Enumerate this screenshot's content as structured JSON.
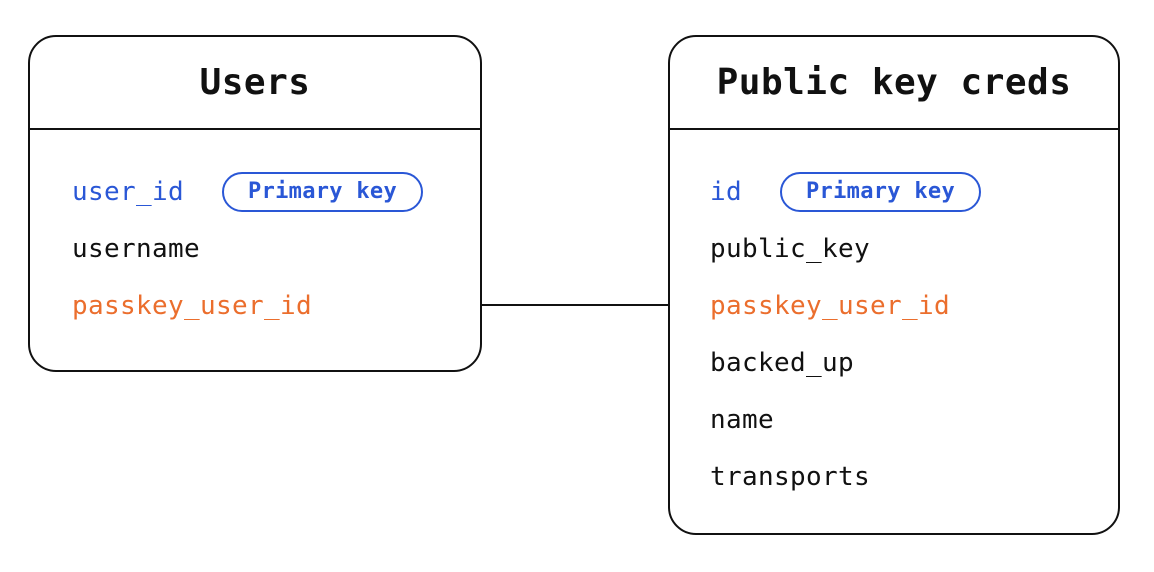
{
  "diagram": {
    "colors": {
      "ink": "#111111",
      "primary_key_blue": "#2a57d6",
      "linked_field_orange": "#eb6e2d",
      "background": "#ffffff"
    },
    "tables": [
      {
        "title": "Users",
        "fields": [
          {
            "label": "user_id",
            "color": "primary",
            "badge": "Primary key"
          },
          {
            "label": "username",
            "color": "default"
          },
          {
            "label": "passkey_user_id",
            "color": "foreign"
          }
        ]
      },
      {
        "title": "Public key creds",
        "fields": [
          {
            "label": "id",
            "color": "primary",
            "badge": "Primary key"
          },
          {
            "label": "public_key",
            "color": "default"
          },
          {
            "label": "passkey_user_id",
            "color": "foreign"
          },
          {
            "label": "backed_up",
            "color": "default"
          },
          {
            "label": "name",
            "color": "default"
          },
          {
            "label": "transports",
            "color": "default"
          }
        ]
      }
    ],
    "relationship": {
      "from_table": "Users",
      "from_field": "passkey_user_id",
      "to_table": "Public key creds",
      "to_field": "passkey_user_id"
    }
  }
}
